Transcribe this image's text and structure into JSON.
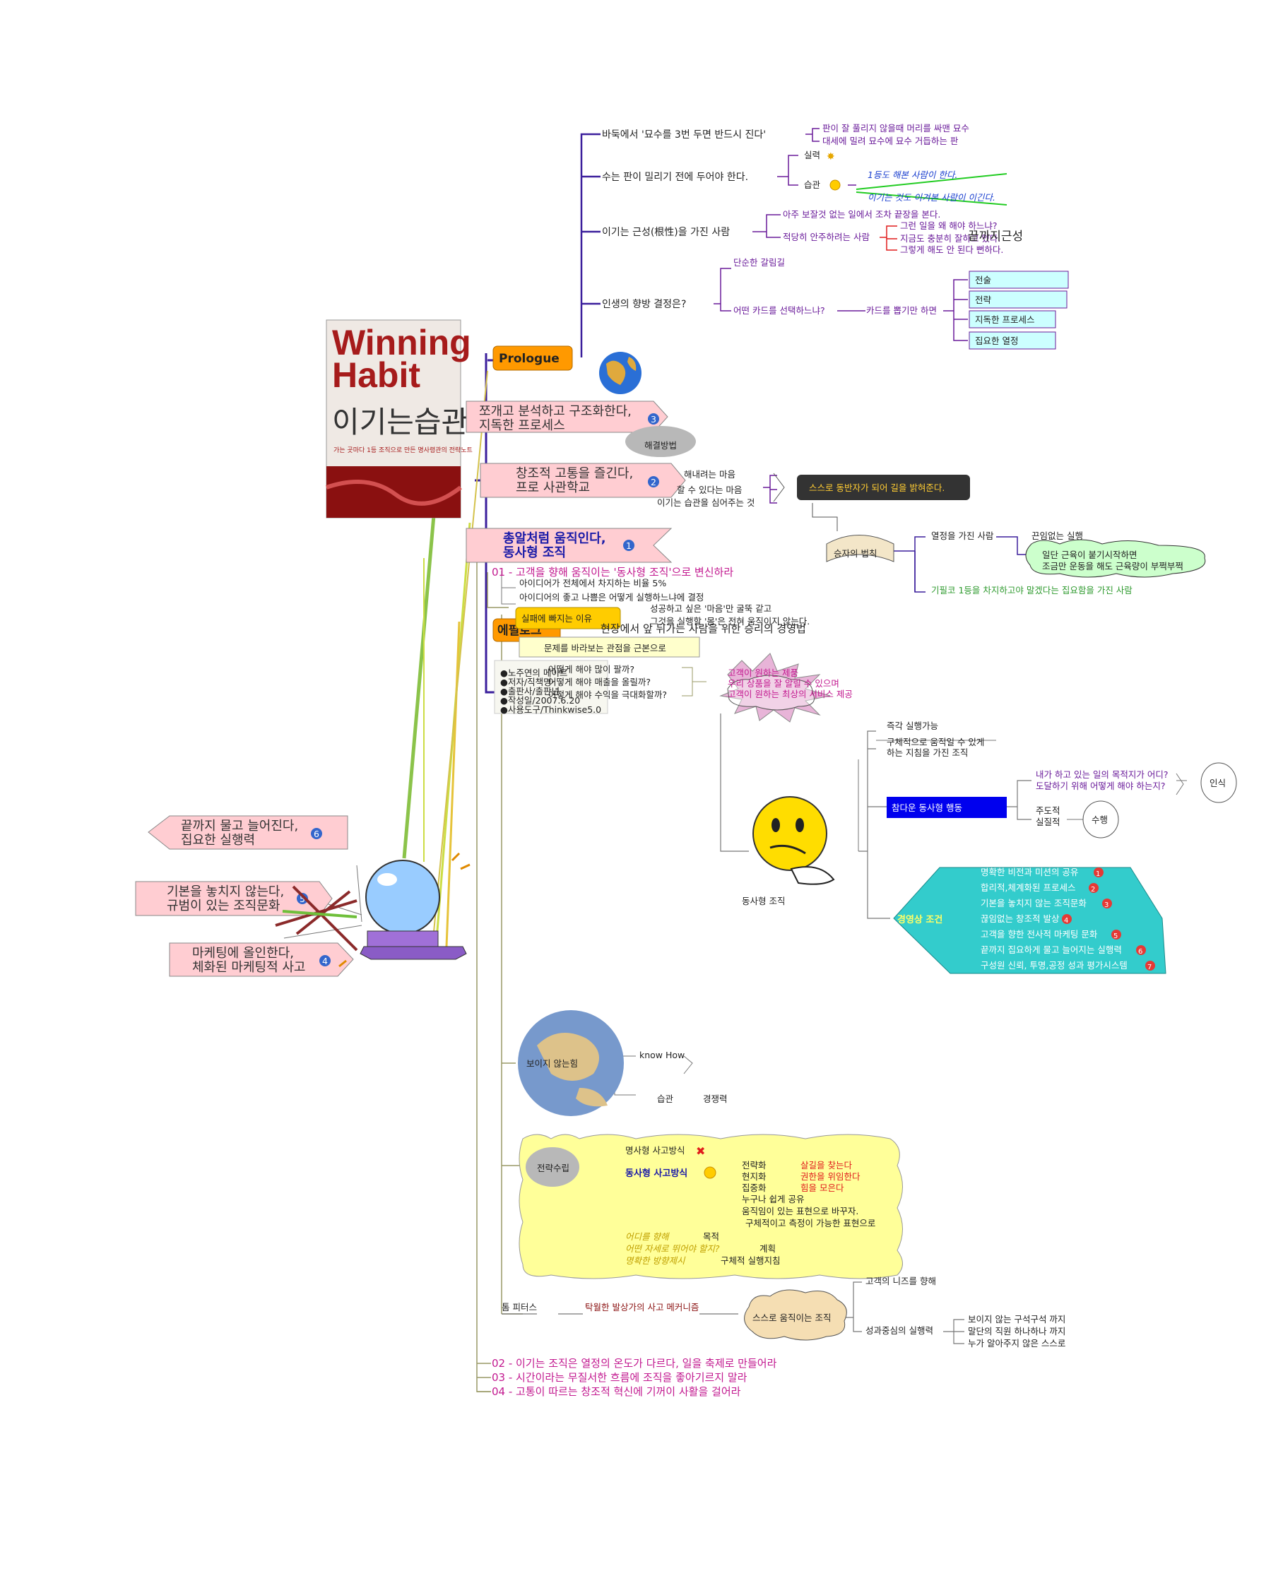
{
  "book": {
    "title_line1": "Winning",
    "title_line2": "Habit",
    "korean_title": "이기는습관",
    "subtitle": "가는 곳마다 1등 조직으로 만든 명사령관의 전략노트"
  },
  "root": {
    "prologue_label": "Prologue",
    "example_label": "에필로그",
    "info_lines": [
      "●노주연의 메이트",
      "●저자/직책명·",
      "●출판사/출판년",
      "●작성일/2007.6.20",
      "●사용도구/Thinkwise5.0"
    ]
  },
  "prologue": {
    "b1": "바둑에서 '묘수를 3번 두면 반드시 진다'",
    "b1_children": [
      "판이 잘 풀리지 않을때 머리를 싸맨 묘수",
      "대세에 밀려 묘수에 묘수 거듭하는 판"
    ],
    "b2": "수는 판이 밀리기 전에 두어야 한다.",
    "b2_a": "실력",
    "b2_b": "습관",
    "b2_b_children": [
      "1등도 해본 사람이 한다.",
      "이기는 것도 이겨본 사람이 이긴다."
    ],
    "b3": "이기는 근성(根性)을 가진 사람",
    "b3_a": "아주 보잘것 없는 일에서 조차 끝장을 본다.",
    "b3_b": "적당히 안주하려는 사람",
    "b3_b_children": [
      "그런 일을 왜 해야 하느냐?",
      "지금도 충분히 잘하고 있다.",
      "그렇게 해도 안 된다 뻔하다."
    ],
    "b3_overlay": "끝까지근성",
    "b4": "인생의 향방 결정은?",
    "b4_a": "단순한 갈림길",
    "b4_b": "어떤 카드를 선택하느냐?",
    "b4_c": "카드를 뽑기만 하면",
    "cards": [
      "전술",
      "전략",
      "지독한 프로세스",
      "집요한 열정"
    ]
  },
  "ribbons": {
    "r3": [
      "쪼개고 분석하고 구조화한다,",
      "지독한 프로세스"
    ],
    "r3_note": "해결방법",
    "r2": [
      "창조적 고통을 즐긴다,",
      "프로 사관학교"
    ],
    "r2_children": [
      "해내려는 마음",
      "할 수 있다는 마음",
      "이기는 습관을 심어주는 것"
    ],
    "r2_box": "스스로 동반자가 되어 길을 밝혀준다.",
    "r1": [
      "총알처럼 움직인다,",
      "동사형 조직"
    ],
    "r6": [
      "끝까지 물고 늘어진다,",
      "집요한 실행력"
    ],
    "r5": [
      "기본을 놓치지 않는다,",
      "규범이 있는 조직문화"
    ],
    "r4": [
      "마케팅에 올인한다,",
      "체화된 마케팅적 사고"
    ],
    "num3": "3",
    "num2": "2",
    "num1": "1",
    "num6": "6",
    "num5": "5",
    "num4": "4"
  },
  "winner": {
    "label": "승자의 법칙",
    "a": "열정을 가진 사람",
    "a_child": "끈임없는 실행",
    "cloud": [
      "일단 근육이 붙기시작하면",
      "조금만 운동을 해도 근육량이 부쩍부쩍"
    ],
    "b": "기필코 1등을 차지하고야 말겠다는 집요함을 가진 사람"
  },
  "chapter1": {
    "title": "01 - 고객을 향해 움직이는 '동사형 조직'으로 변신하라",
    "l1": "아이디어가 전체에서 차지하는 비율 5%",
    "l2": "아이디어의 좋고 나쁨은 어떻게 실행하느냐에 결정",
    "fail": "실패에 빠지는 이유",
    "fail_children": [
      "성공하고 싶은 '마음'만 굴뚝 같고",
      "그것을 실행할 '몸'은 전혀 움직이지 않는다."
    ],
    "overlap": "현장에서 앞 뒤가는 사람을 위한 승리의 경영법",
    "problem": "문제를 바라보는 관점을 근본으로",
    "q": [
      "어떻게 해야 많이 팔까?",
      "어떻게 해야 매출을 올릴까?",
      "어떻게 해야 수익을 극대화할까?"
    ],
    "star": [
      "고객이 원하는 제품",
      "우리 상품을 잘 알릴 수 있으며",
      "고객이 원하는 최상의 서비스 제공"
    ],
    "verb_org": "동사형 조직",
    "v1": "즉각 실행가능",
    "v2": [
      "구체적으로 움직일 수 있게",
      "하는 지침을 가진 조직"
    ],
    "v3": "참다운 동사형 행동",
    "v3_a": [
      "내가 하고 있는 일의 목적지가 어디?",
      "도달하기 위해 어떻게 해야 하는지?"
    ],
    "v3_a_res": "인식",
    "v3_b": [
      "주도적",
      "실질적"
    ],
    "v3_b_res": "수행",
    "cond": "경영상 조건",
    "conds": [
      "명확한 비전과 미션의 공유",
      "합리적,체계화된 프로세스",
      "기본을 놓치지 않는 조직문화",
      "끊임없는 창조적 발상",
      "고객을 향한 전사적 마케팅 문화",
      "끝까지 집요하게 물고 늘어지는 실행력",
      "구성원 신뢰, 투명,공정 성과 평가시스템"
    ],
    "cond_nums": [
      "1",
      "2",
      "3",
      "4",
      "5",
      "6",
      "7"
    ],
    "invisible": "보이지 않는힘",
    "inv_a": "know How",
    "inv_b": "습관",
    "inv_c": "경쟁력",
    "strategy": "전략수립",
    "noun": "명사형 사고방식",
    "verb": "동사형 사고방식",
    "verb_keys": [
      "전략화",
      "현지화",
      "집중화"
    ],
    "verb_vals": [
      "살길을 찾는다",
      "권한을 위임한다",
      "힘을 모은다"
    ],
    "verb_more": [
      "누구나 쉽게 공유",
      "움직임이 있는 표현으로 바꾸자.",
      "구체적이고 측정이 가능한 표현으로"
    ],
    "dir": [
      "어디를 향해",
      "어떤 자세로 뛰어야 할지?",
      "명확한 방향제시"
    ],
    "dir_res": [
      "목적",
      "계획",
      "구체적 실행지침"
    ],
    "peters": "톰 피터스",
    "peters_b": "탁월한 발상가의 사고 메커니즘",
    "self": "스스로 움직이는 조직",
    "self_a": "고객의 니즈를 향해",
    "self_b": "성과중심의 실행력",
    "self_b_children": [
      "보이지 않는 구석구석 까지",
      "말단의 직원 하나하나 까지",
      "누가 알아주지 않은 스스로"
    ]
  },
  "chapters": [
    "02 - 이기는 조직은 열정의 온도가 다르다, 일을 축제로 만들어라",
    "03 - 시간이라는 무질서한 흐름에 조직을 좋아기르지 말라",
    "04 - 고통이 따르는 창조적 혁신에 기꺼이 사활을 걸어라"
  ],
  "colors": {
    "prologue": "#ff9900",
    "ribbon": "#ffcdd2",
    "teal": "#33cccc",
    "yellow": "#ffff99",
    "cyanbox": "#ccffff",
    "navybox": "#0000ee",
    "chapter": "#c2188f"
  }
}
